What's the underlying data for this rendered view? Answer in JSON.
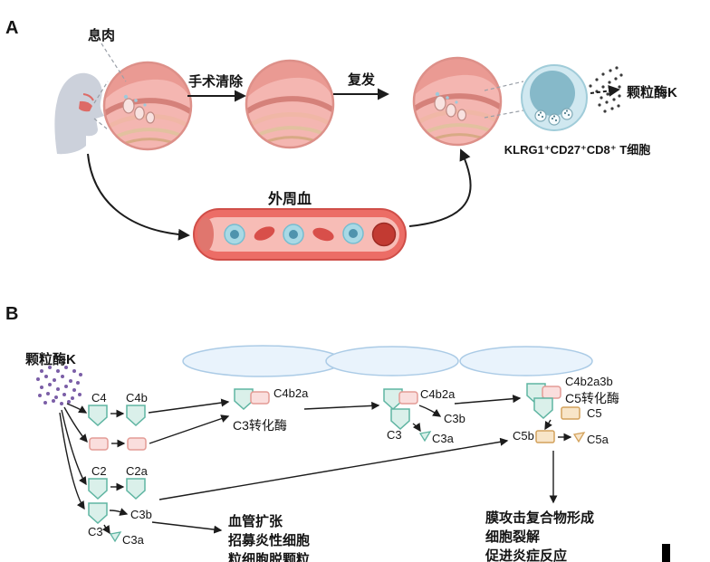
{
  "figure": {
    "panel_a": {
      "label": "A",
      "polyp_label": "息肉",
      "surgery_label": "手术清除",
      "relapse_label": "复发",
      "granzyme_label": "颗粒酶K",
      "tcell_label": "KLRG1⁺CD27⁺CD8⁺ T细胞",
      "blood_label": "外周血"
    },
    "panel_b": {
      "label": "B",
      "granzyme_label": "颗粒酶K",
      "c4": "C4",
      "c4b": "C4b",
      "c2": "C2",
      "c2a": "C2a",
      "c3": "C3",
      "c3b": "C3b",
      "c3a": "C3a",
      "complex1_label": "C4b2a",
      "c3_convertase_label": "C3转化酶",
      "complex2_label": "C4b2a",
      "complex2_c3b": "C3b",
      "complex2_c3": "C3",
      "complex2_c3a": "C3a",
      "complex3_label": "C4b2a3b",
      "c5_convertase_label": "C5转化酶",
      "c5": "C5",
      "c5b": "C5b",
      "c5a": "C5a",
      "effects_left": [
        "血管扩张",
        "招募炎性细胞",
        "粒细胞脱颗粒"
      ],
      "effects_right": [
        "膜攻击复合物形成",
        "细胞裂解",
        "促进炎症反应"
      ]
    },
    "colors": {
      "tissue_pink": "#f4b6b1",
      "vessel_red": "#ec6d66",
      "tcell_blue": "#d0e8f0",
      "membrane_blue": "#e9f3fc",
      "teal_protein": "#daf0ea",
      "pink_protein": "#fadedd",
      "orange_protein": "#f8e5c8",
      "granzyme_purple": "#7b5ea7"
    }
  }
}
